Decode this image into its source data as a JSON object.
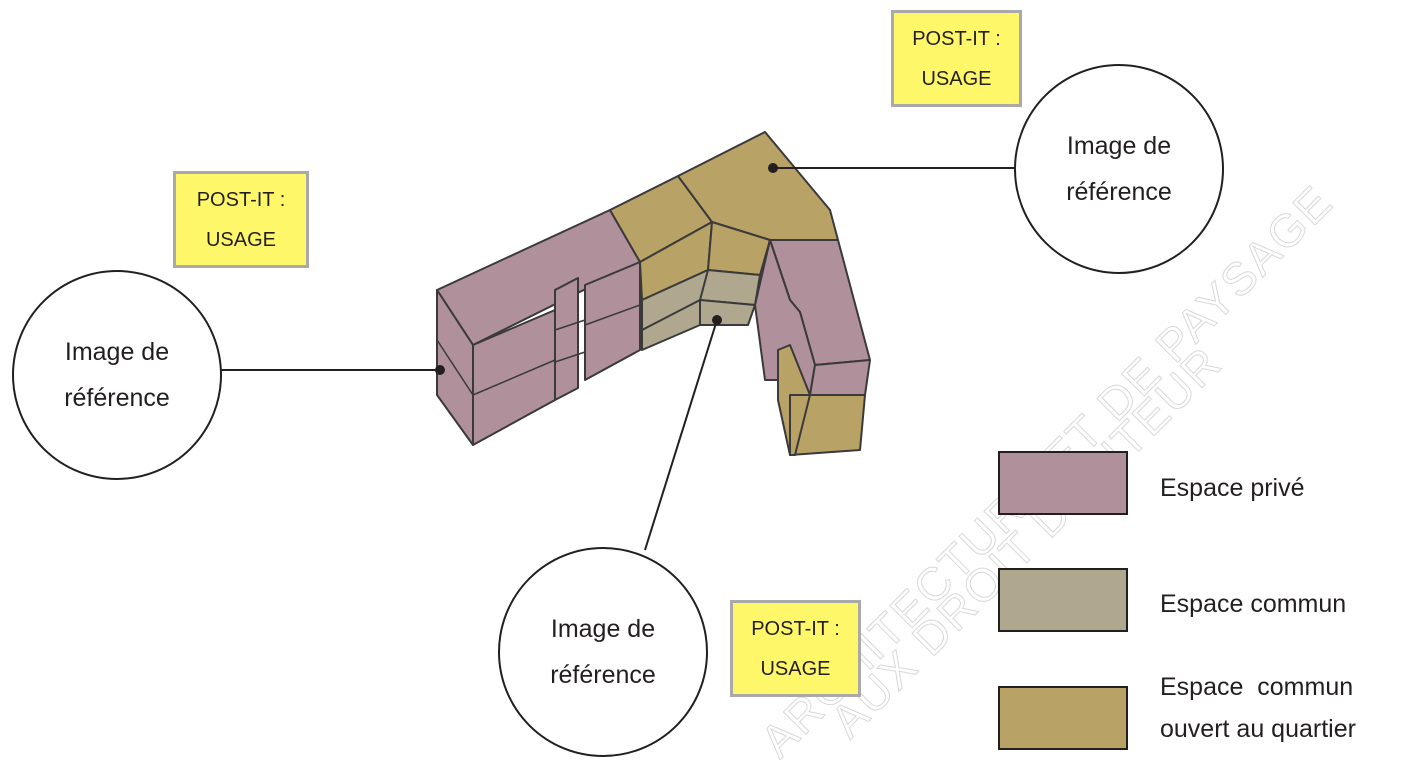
{
  "diagram": {
    "reference_image_label_line1": "Image de",
    "reference_image_label_line2": "référence",
    "postit_line1": "POST-IT :",
    "postit_line2": "USAGE"
  },
  "legend": [
    {
      "label": "Espace privé",
      "color": "#b0909a"
    },
    {
      "label": "Espace commun",
      "color": "#afa88f"
    },
    {
      "label_line1": "Espace  commun",
      "label_line2": "ouvert au quartier",
      "color": "#b9a266"
    }
  ],
  "colors": {
    "private": "#b0909a",
    "common": "#afa88f",
    "open": "#b9a266",
    "postit": "#fff76a",
    "outline": "#3a3a3a"
  },
  "watermark": {
    "line1": "ARCHITECTURE ET DE PAYSAGE",
    "line2": "AUX DROIT D'AUTEUR"
  }
}
